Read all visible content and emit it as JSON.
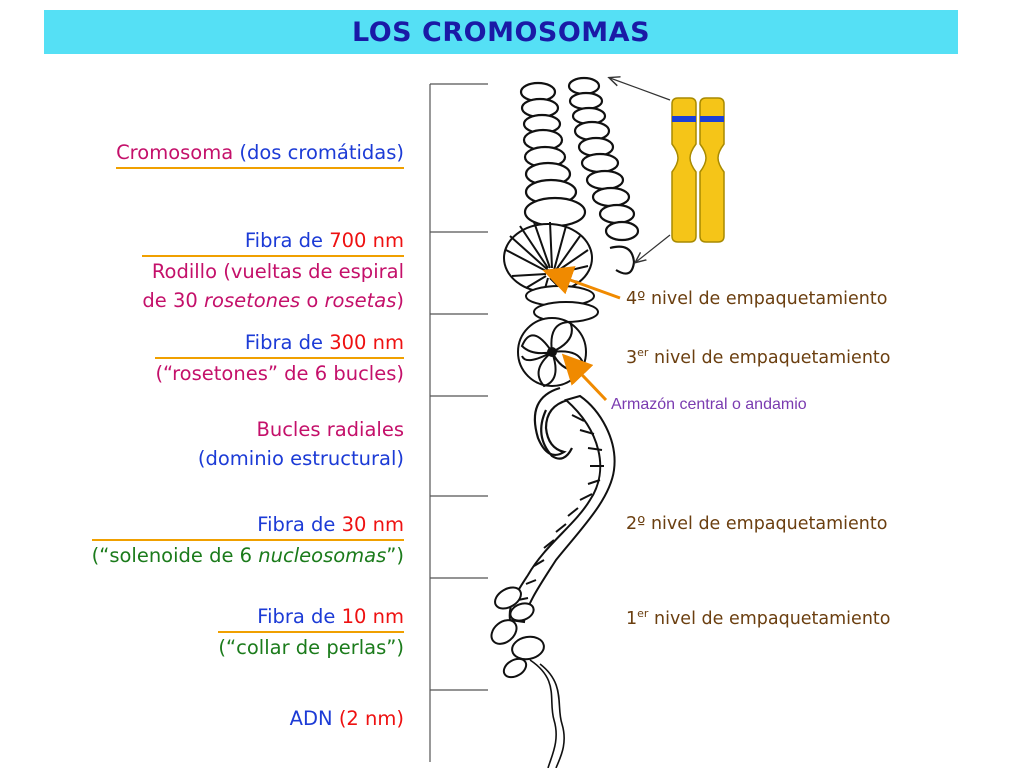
{
  "title": "LOS CROMOSOMAS",
  "levels": {
    "cromosoma": {
      "a": "Cromosoma",
      "b": "(dos cromátidas)"
    },
    "fibra700": {
      "a": "Fibra de ",
      "b": "700 nm",
      "l2": "Rodillo (vueltas de espiral",
      "l3a": "de 30 ",
      "l3b": "rosetones",
      "l3c": " o ",
      "l3d": "rosetas",
      "l3e": ")"
    },
    "fibra300": {
      "a": "Fibra de ",
      "b": "300 nm",
      "l2a": "(“",
      "l2b": "rosetones",
      "l2c": "” de 6 bucles)"
    },
    "bucles": {
      "l1": "Bucles radiales",
      "l2": "(dominio estructural)"
    },
    "fibra30": {
      "a": "Fibra de ",
      "b": "30 nm",
      "l2a": "(“solenoide de 6 ",
      "l2b": "nucleosomas",
      "l2c": "”)"
    },
    "fibra10": {
      "a": "Fibra de ",
      "b": "10 nm",
      "l2": "(“collar de perlas”)"
    },
    "adn": {
      "a": "ADN ",
      "b": "(2 nm)"
    }
  },
  "right_labels": {
    "n4": "4º nivel de empaquetamiento",
    "n3_num": "3",
    "n3_sup": "er",
    "n3_rest": " nivel de empaquetamiento",
    "armazon": "Armazón central o andamio",
    "n2": "2º nivel de empaquetamiento",
    "n1_num": "1",
    "n1_sup": "er",
    "n1_rest": " nivel de empaquetamiento"
  },
  "colors": {
    "title_bg": "#55e0f5",
    "title_text": "#1a1aa6",
    "chromosome": "#f5c518",
    "band": "#1b3fd6",
    "arrow": "#f08a00"
  }
}
